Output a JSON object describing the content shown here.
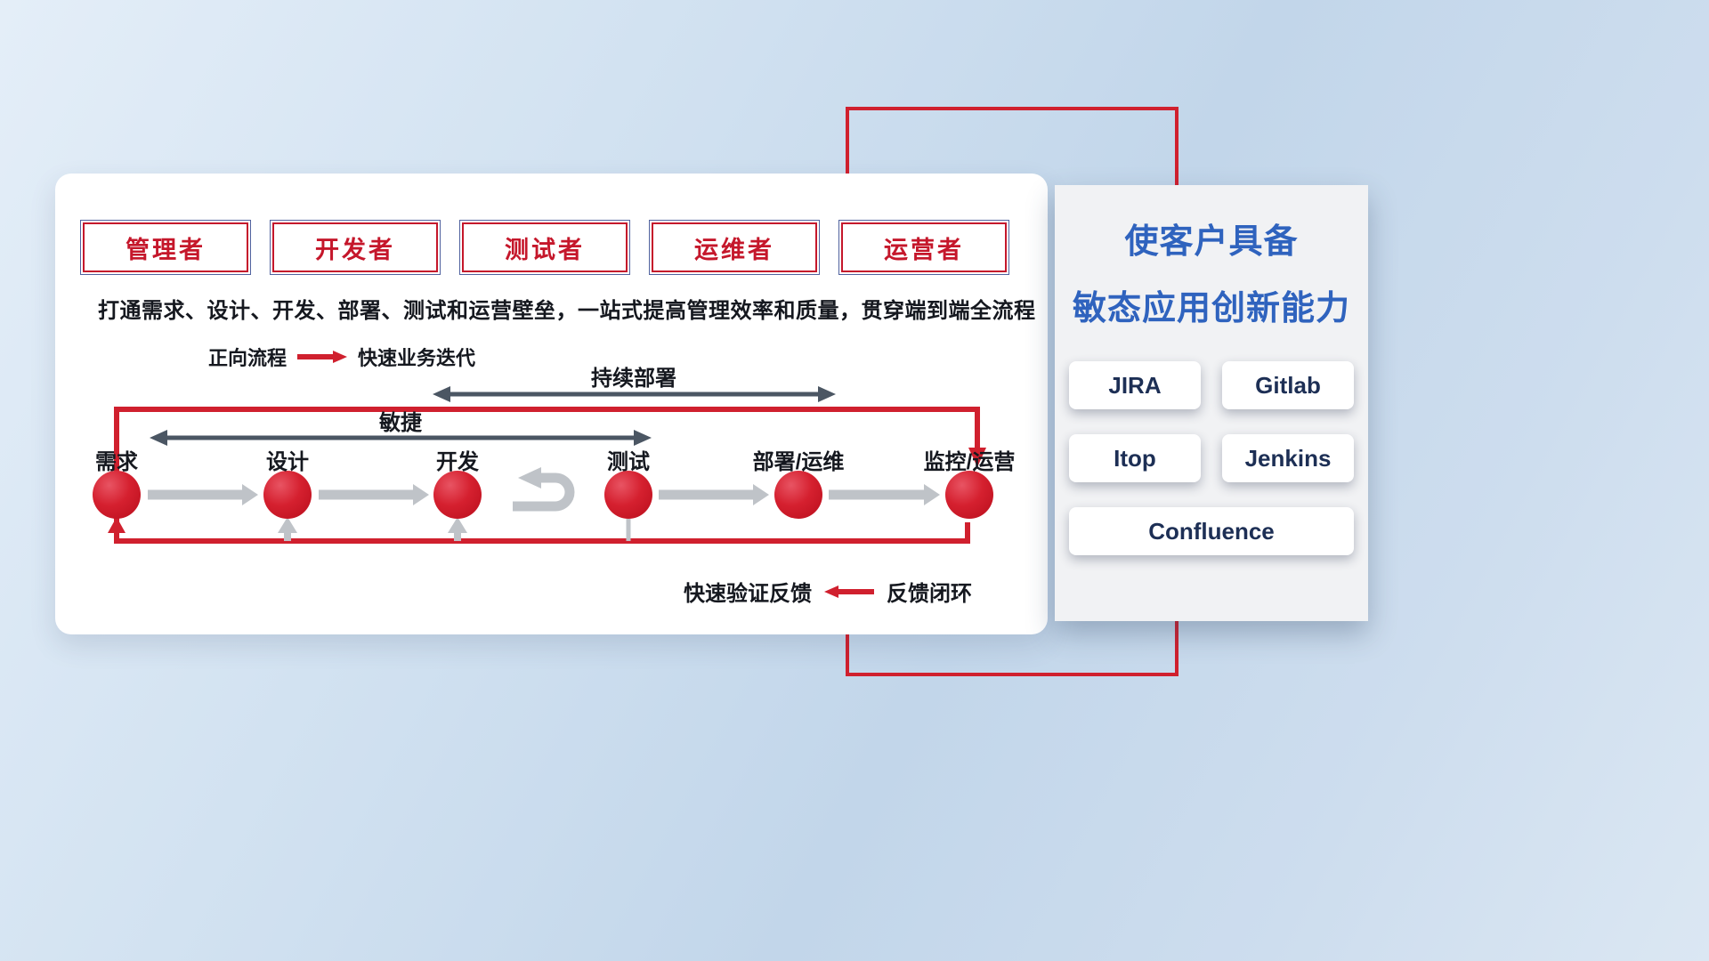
{
  "roles": [
    "管理者",
    "开发者",
    "测试者",
    "运维者",
    "运营者"
  ],
  "subtitle": "打通需求、设计、开发、部署、测试和运营壁垒，一站式提高管理效率和质量，贯穿端到端全流程",
  "legend": {
    "forward_label": "正向流程",
    "forward_desc": "快速业务迭代",
    "feedback_desc": "快速验证反馈",
    "feedback_label": "反馈闭环"
  },
  "flow": {
    "continuous_deploy_label": "持续部署",
    "agile_label": "敏捷",
    "nodes": [
      "需求",
      "设计",
      "开发",
      "测试",
      "部署/运维",
      "监控/运营"
    ]
  },
  "side_panel": {
    "title_line1": "使客户具备",
    "title_line2": "敏态应用创新能力",
    "tools": [
      "JIRA",
      "Gitlab",
      "Itop",
      "Jenkins",
      "Confluence"
    ]
  },
  "colors": {
    "accent_red": "#d0202e",
    "title_blue": "#2f63be",
    "dark_arrow": "#4b5663",
    "light_arrow": "#bfc3c8"
  }
}
